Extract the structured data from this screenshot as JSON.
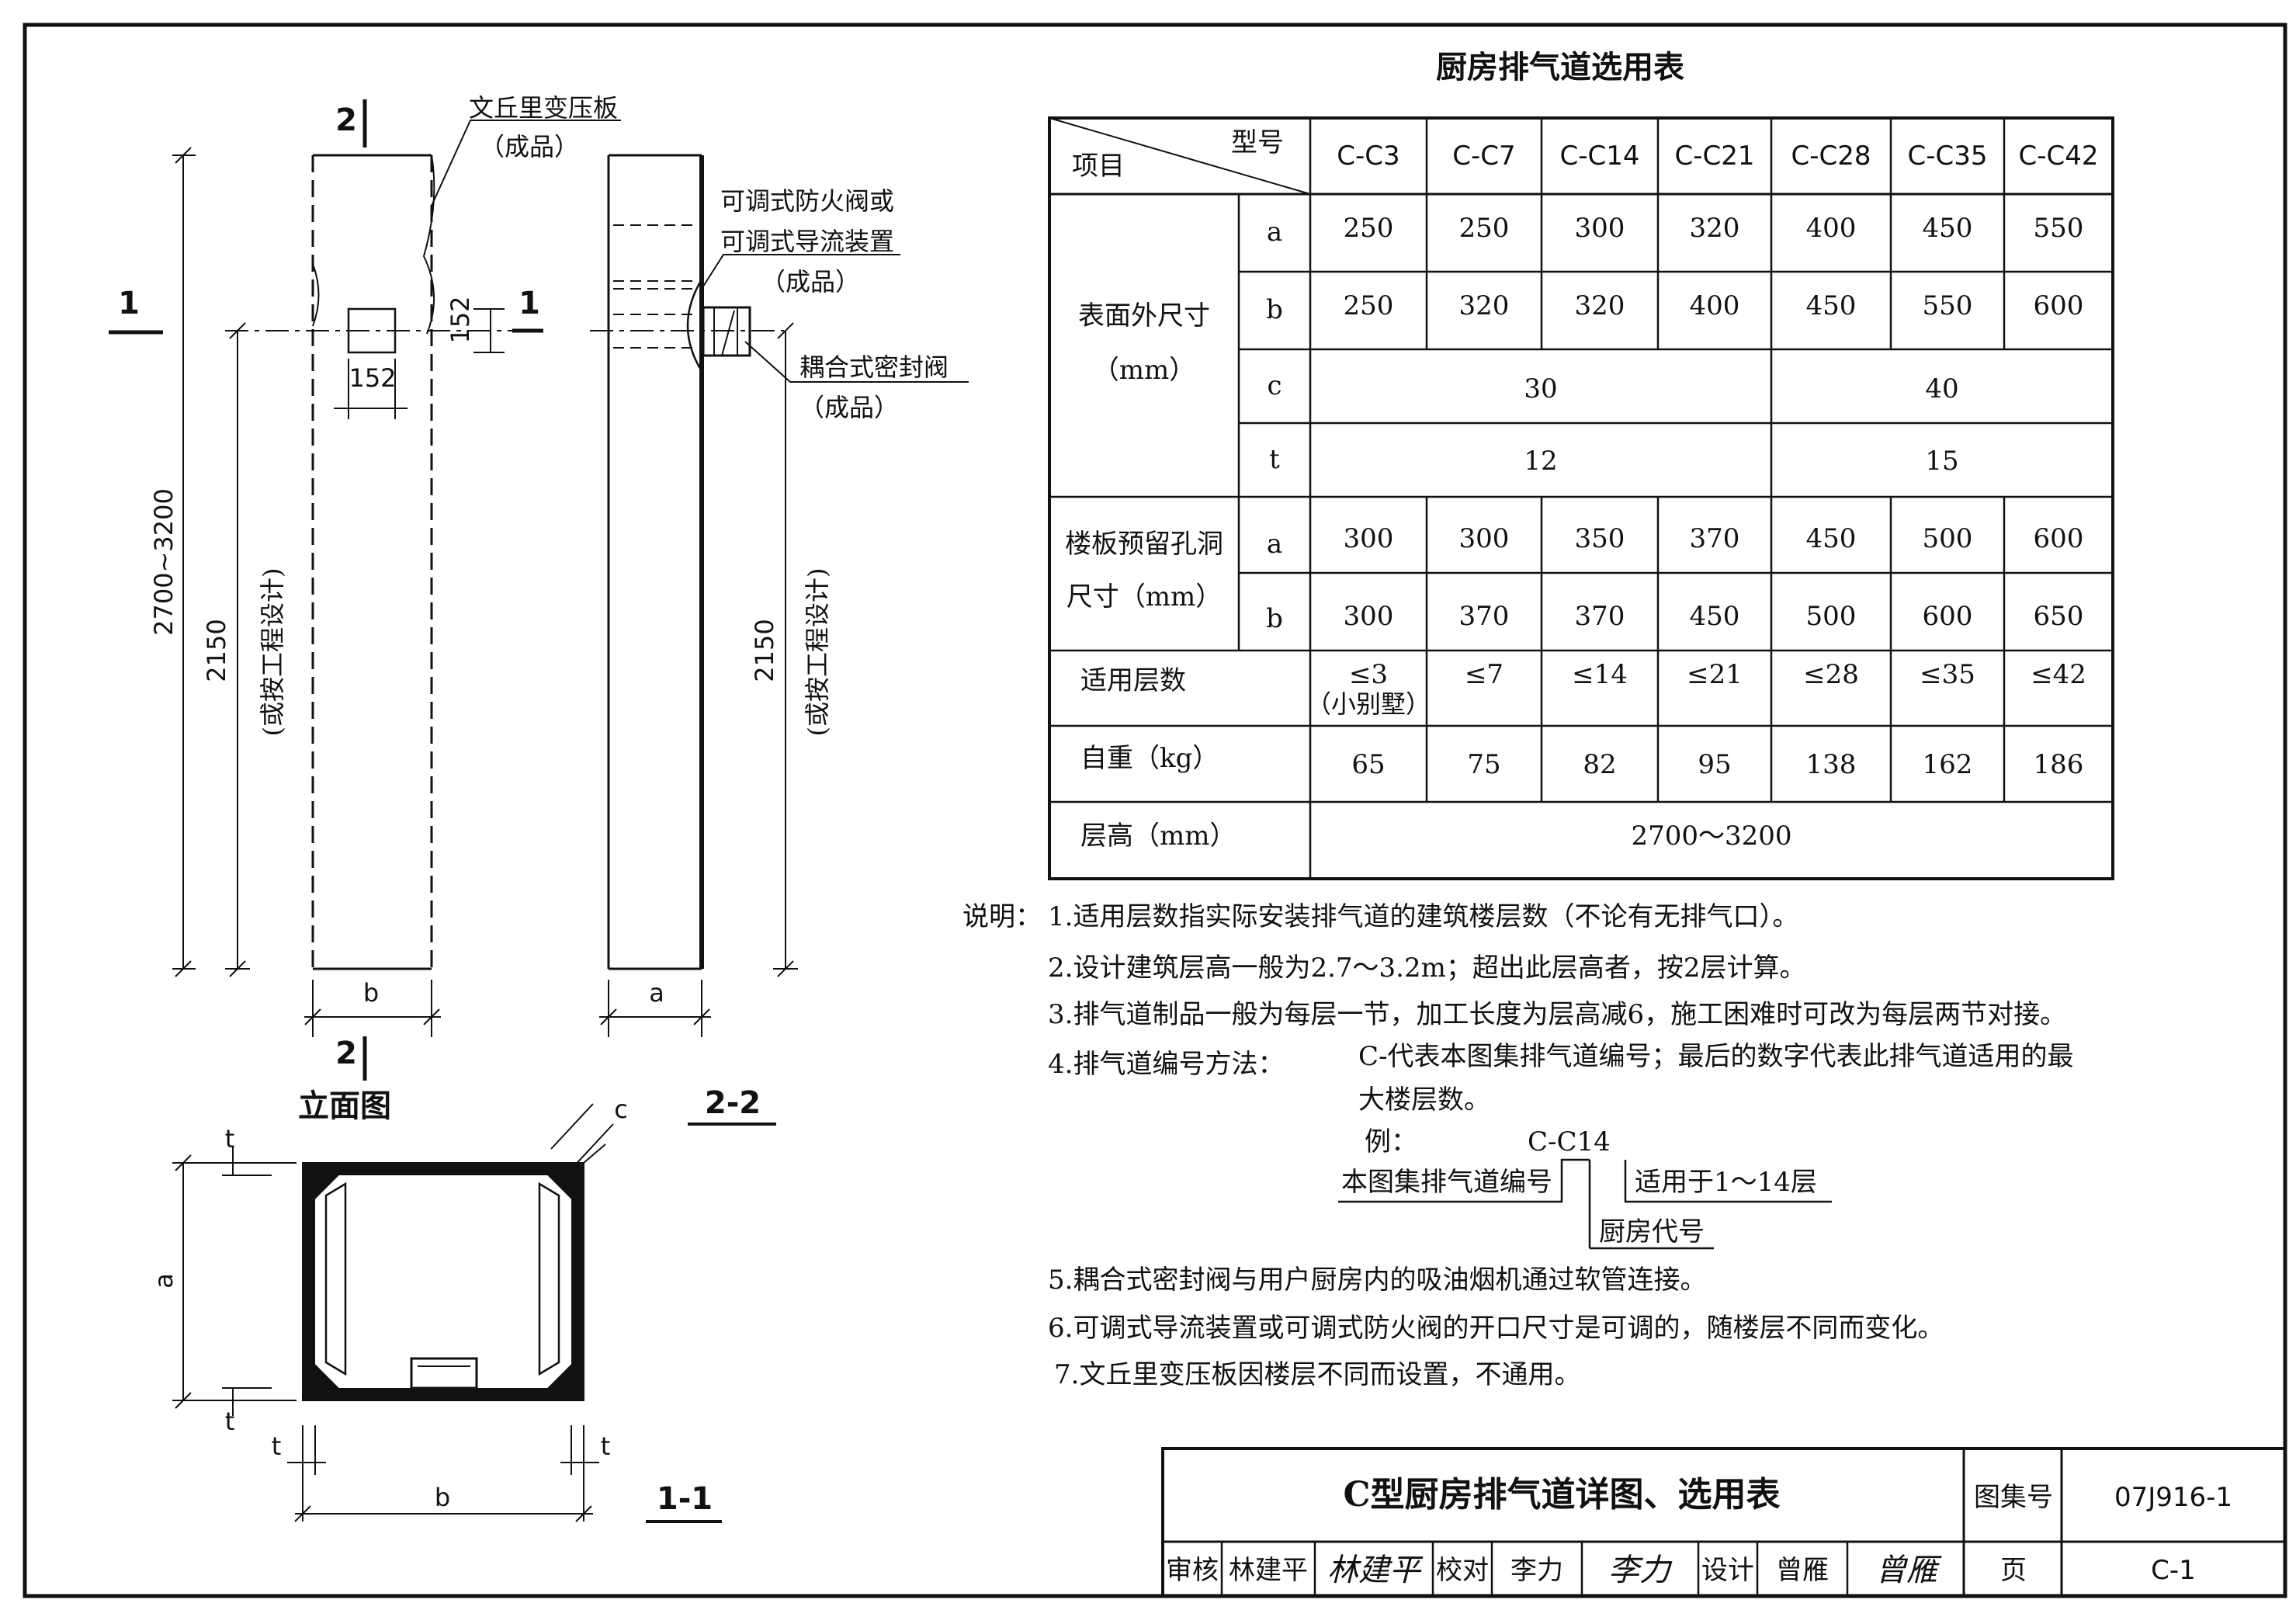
{
  "title": "厨房排气道选用表",
  "table": {
    "corner_top": "型号",
    "corner_bottom": "项目",
    "models": [
      "C-C3",
      "C-C7",
      "C-C14",
      "C-C21",
      "C-C28",
      "C-C35",
      "C-C42"
    ],
    "outer_size_label_1": "表面外尺寸",
    "outer_size_label_2": "（mm）",
    "sub_a": "a",
    "sub_b": "b",
    "sub_c": "c",
    "sub_t": "t",
    "outer_a": [
      "250",
      "250",
      "300",
      "320",
      "400",
      "450",
      "550"
    ],
    "outer_b": [
      "250",
      "320",
      "320",
      "400",
      "450",
      "550",
      "600"
    ],
    "c_values": [
      "30",
      "40"
    ],
    "t_values": [
      "12",
      "15"
    ],
    "hole_label_1": "楼板预留孔洞",
    "hole_label_2": "尺寸（mm）",
    "hole_a": [
      "300",
      "300",
      "350",
      "370",
      "450",
      "500",
      "600"
    ],
    "hole_b": [
      "300",
      "370",
      "370",
      "450",
      "500",
      "600",
      "650"
    ],
    "floors_label": "适用层数",
    "floors": [
      "≤3",
      "≤7",
      "≤14",
      "≤21",
      "≤28",
      "≤35",
      "≤42"
    ],
    "floors_note": "（小别墅）",
    "weight_label": "自重（kg）",
    "weights": [
      "65",
      "75",
      "82",
      "95",
      "138",
      "162",
      "186"
    ],
    "height_label": "层高（mm）",
    "height_value": "2700～3200"
  },
  "notes": {
    "label": "说明：",
    "n1": "1.适用层数指实际安装排气道的建筑楼层数（不论有无排气口）。",
    "n2": "2.设计建筑层高一般为2.7～3.2m；超出此层高者，按2层计算。",
    "n3": "3.排气道制品一般为每层一节，加工长度为层高减6，施工困难时可改为每层两节对接。",
    "n4_label": "4.排气道编号方法：",
    "n4_text1": "C-代表本图集排气道编号；最后的数字代表此排气道适用的最",
    "n4_text2": "大楼层数。",
    "example_label": "例：",
    "example_code": "C-C14",
    "example_left": "本图集排气道编号",
    "example_right": "适用于1～14层",
    "example_bottom": "厨房代号",
    "n5": "5.耦合式密封阀与用户厨房内的吸油烟机通过软管连接。",
    "n6": "6.可调式导流装置或可调式防火阀的开口尺寸是可调的，随楼层不同而变化。",
    "n7": "7.文丘里变压板因楼层不同而设置，不通用。"
  },
  "drawing": {
    "label_venturi_1": "文丘里变压板",
    "label_venturi_2": "（成品）",
    "label_valve_1": "可调式防火阀或",
    "label_valve_2": "可调式导流装置",
    "label_valve_3": "（成品）",
    "label_seal_1": "耦合式密封阀",
    "label_seal_2": "（成品）",
    "sec1": "1",
    "sec2": "2",
    "dim_152_v": "152",
    "dim_152_h": "152",
    "dim_total": "2700~3200",
    "dim_2150": "2150",
    "dim_note": "(或按工程设计)",
    "dim_b": "b",
    "dim_a": "a",
    "dim_c": "c",
    "dim_t": "t",
    "caption_elev": "立面图",
    "caption_22": "2-2",
    "caption_11": "1-1"
  },
  "titleblock": {
    "title": "C型厨房排气道详图、选用表",
    "atlas_label": "图集号",
    "atlas_no": "07J916-1",
    "review_label": "审核",
    "reviewer": "林建平",
    "reviewer_sign": "林建平",
    "check_label": "校对",
    "checker": "李力",
    "checker_sign": "李力",
    "design_label": "设计",
    "designer": "曾雁",
    "designer_sign": "曾雁",
    "page_label": "页",
    "page_no": "C-1"
  }
}
